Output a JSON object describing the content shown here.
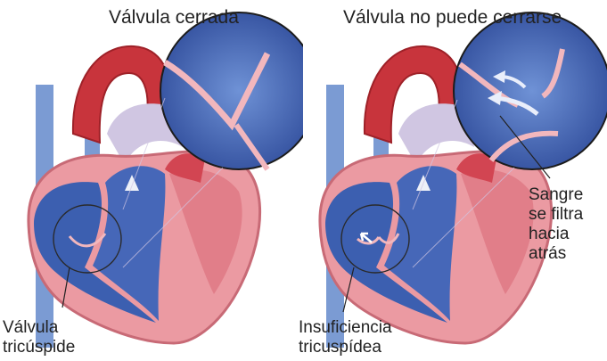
{
  "left": {
    "title": "Válvula cerrada",
    "callout": [
      "Válvula",
      "tricúspide"
    ]
  },
  "right": {
    "title": "Válvula no puede cerrarse",
    "callout_side": [
      "Sangre",
      "se filtra",
      "hacia",
      "atrás"
    ],
    "callout_bottom": [
      "Insuficiencia",
      "tricuspídea"
    ]
  },
  "colors": {
    "vessel_red": "#c8343c",
    "vessel_dark": "#9e2128",
    "chamber_blue": "#3c5fb0",
    "chamber_dark": "#27428a",
    "muscle_pink": "#eb9aa2",
    "muscle_line": "#c86a76",
    "vein_blue": "#6f8fcf",
    "zoom_blue": "#4e72c2"
  }
}
